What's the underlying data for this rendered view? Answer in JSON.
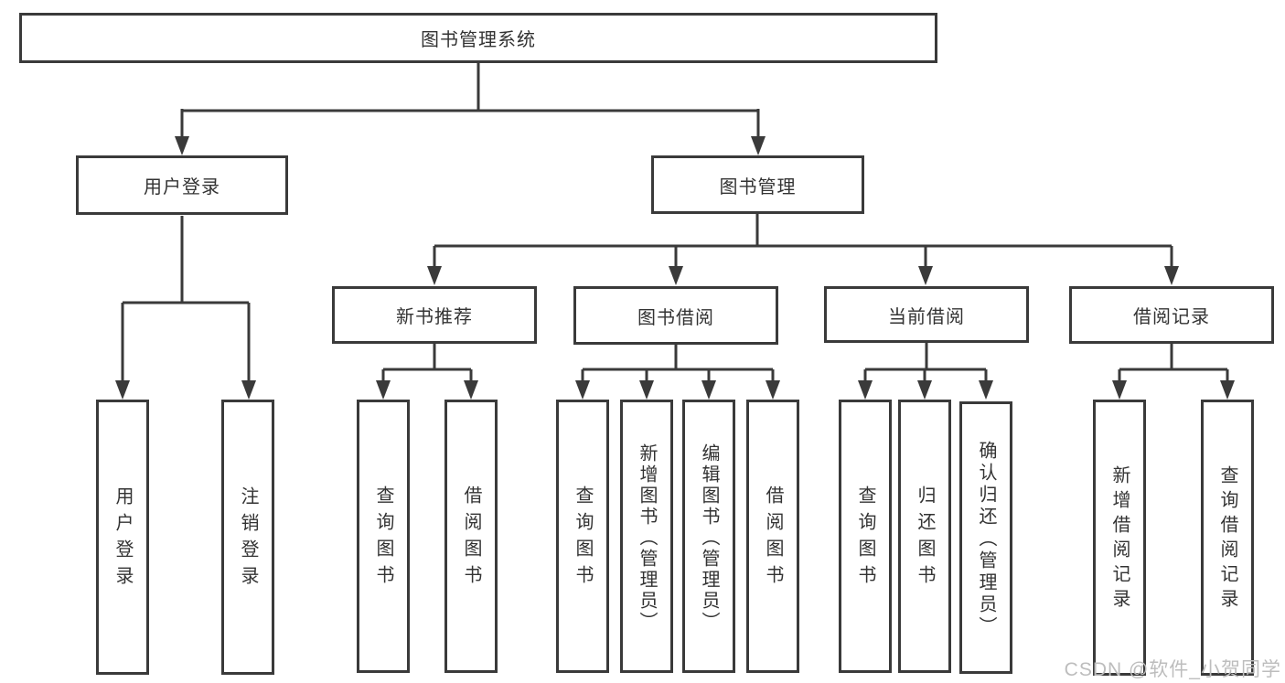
{
  "tree": {
    "root": {
      "label": "图书管理系统"
    },
    "branches": [
      {
        "label": "用户登录",
        "leaves": [
          {
            "label": "用户登录"
          },
          {
            "label": "注销登录"
          }
        ]
      },
      {
        "label": "图书管理",
        "groups": [
          {
            "label": "新书推荐",
            "leaves": [
              {
                "label": "查询图书"
              },
              {
                "label": "借阅图书"
              }
            ]
          },
          {
            "label": "图书借阅",
            "leaves": [
              {
                "label": "查询图书"
              },
              {
                "label": "新增图书（管理员）"
              },
              {
                "label": "编辑图书（管理员）"
              },
              {
                "label": "借阅图书"
              }
            ]
          },
          {
            "label": "当前借阅",
            "leaves": [
              {
                "label": "查询图书"
              },
              {
                "label": "归还图书"
              },
              {
                "label": "确认归还（管理员）"
              }
            ]
          },
          {
            "label": "借阅记录",
            "leaves": [
              {
                "label": "新增借阅记录"
              },
              {
                "label": "查询借阅记录"
              }
            ]
          }
        ]
      }
    ]
  },
  "watermark": "CSDN @软件_小贺同学",
  "colors": {
    "line": "#3a3a3a",
    "box_background": "#ffffff",
    "text": "#333333",
    "watermark": "#bdbdbd"
  }
}
